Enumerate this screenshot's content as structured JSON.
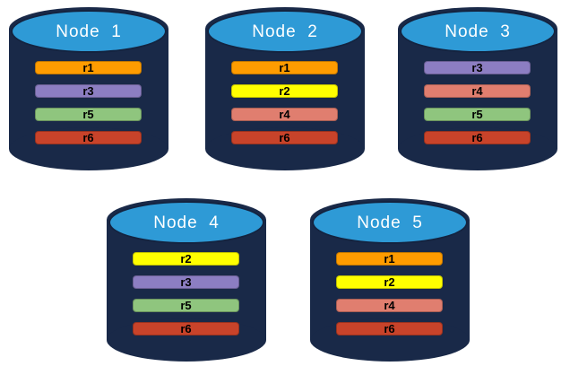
{
  "nodes": [
    {
      "label": "Node  1",
      "replicas": [
        "r1",
        "r3",
        "r5",
        "r6"
      ]
    },
    {
      "label": "Node  2",
      "replicas": [
        "r1",
        "r2",
        "r4",
        "r6"
      ]
    },
    {
      "label": "Node  3",
      "replicas": [
        "r3",
        "r4",
        "r5",
        "r6"
      ]
    },
    {
      "label": "Node  4",
      "replicas": [
        "r2",
        "r3",
        "r5",
        "r6"
      ]
    },
    {
      "label": "Node  5",
      "replicas": [
        "r1",
        "r2",
        "r4",
        "r6"
      ]
    }
  ],
  "colors": {
    "cylinder_body": "#192948",
    "cylinder_top": "#2E9AD6",
    "cylinder_edge": "#14233F",
    "replicas": {
      "r1": "#FF9C00",
      "r2": "#FFFF00",
      "r3": "#8C7EC2",
      "r4": "#E07E6F",
      "r5": "#8FC57E",
      "r6": "#C8432A"
    }
  }
}
